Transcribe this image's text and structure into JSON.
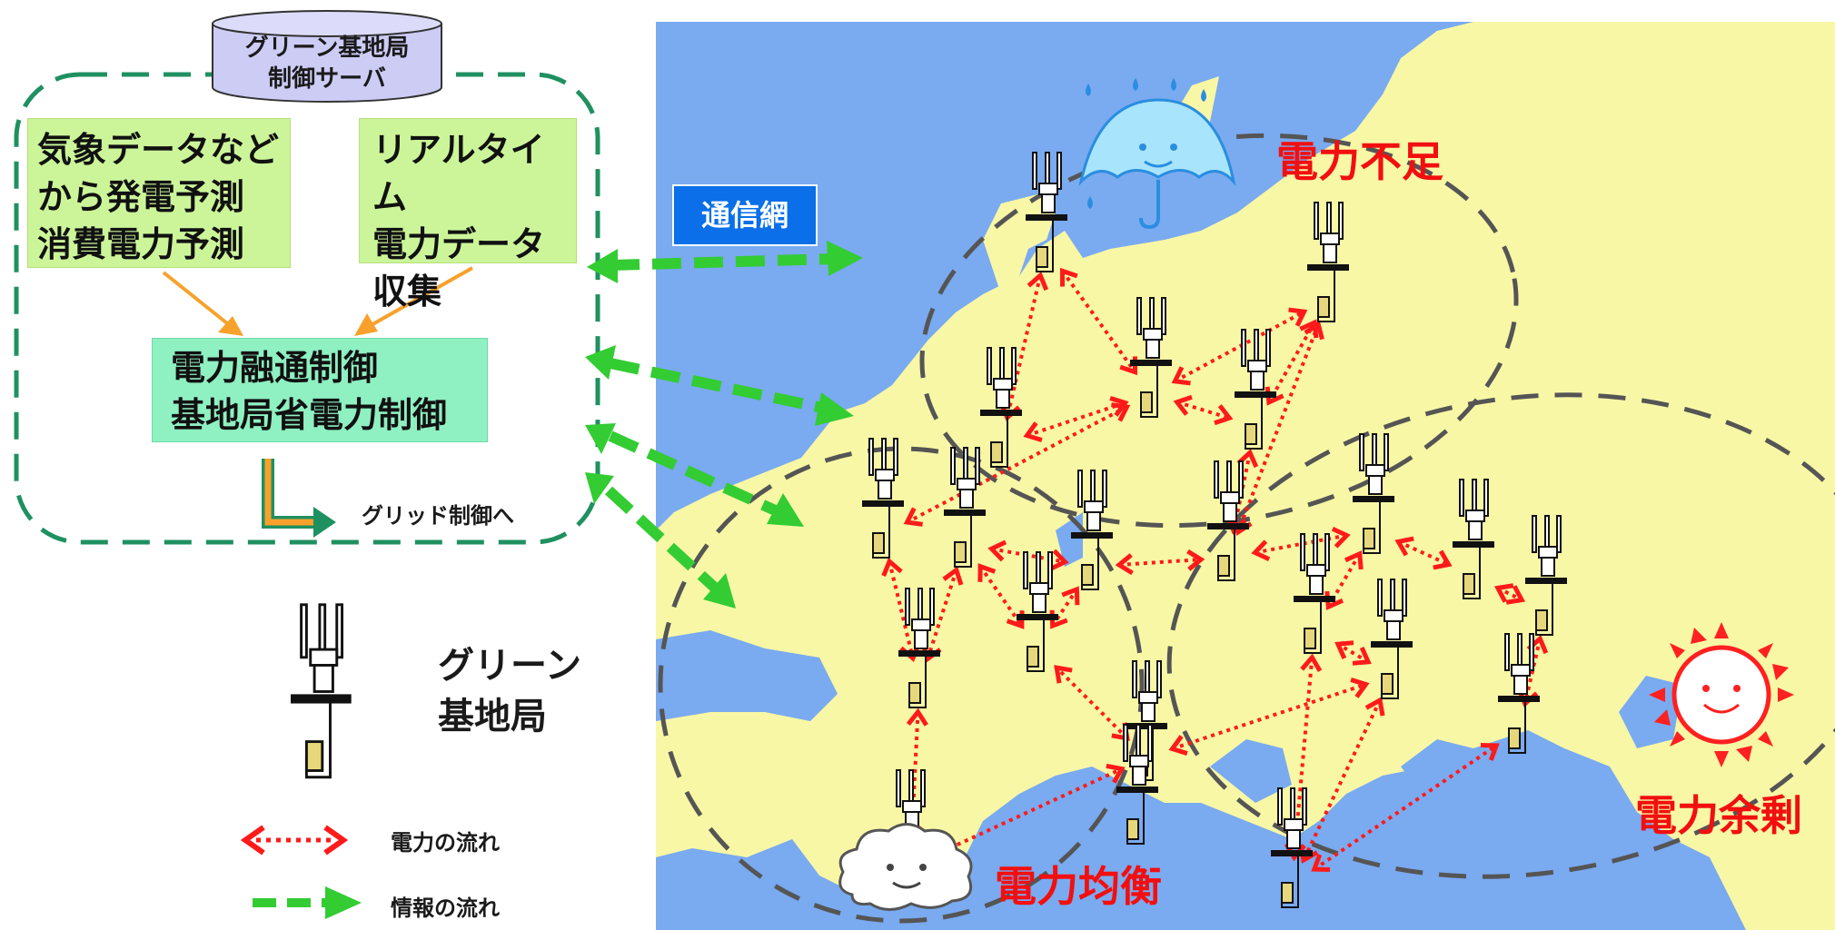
{
  "server": {
    "label": "グリーン基地局\n制御サーバ"
  },
  "boxes": {
    "forecast": "気象データなど\nから発電予測\n消費電力予測",
    "collection": "リアルタイム\n電力データ\n収集",
    "control": "電力融通制御\n基地局省電力制御"
  },
  "grid_label": "グリッド制御へ",
  "network_label": "通信網",
  "legend": {
    "station": "グリーン\n基地局",
    "power_flow": "電力の流れ",
    "info_flow": "情報の流れ"
  },
  "regions": {
    "shortage": "電力不足",
    "balance": "電力均衡",
    "surplus": "電力余剰"
  },
  "colors": {
    "sea": "#7aaaf0",
    "land": "#f8f7a6",
    "info_arrow": "#33cc33",
    "power_arrow": "#ff1a1a",
    "dashed_region": "#555555",
    "network_badge": "#0a6fe8"
  },
  "icons": {
    "station": "base-station-icon",
    "rain": "umbrella-rain-icon",
    "sun": "sun-icon",
    "cloud": "cloud-icon"
  }
}
